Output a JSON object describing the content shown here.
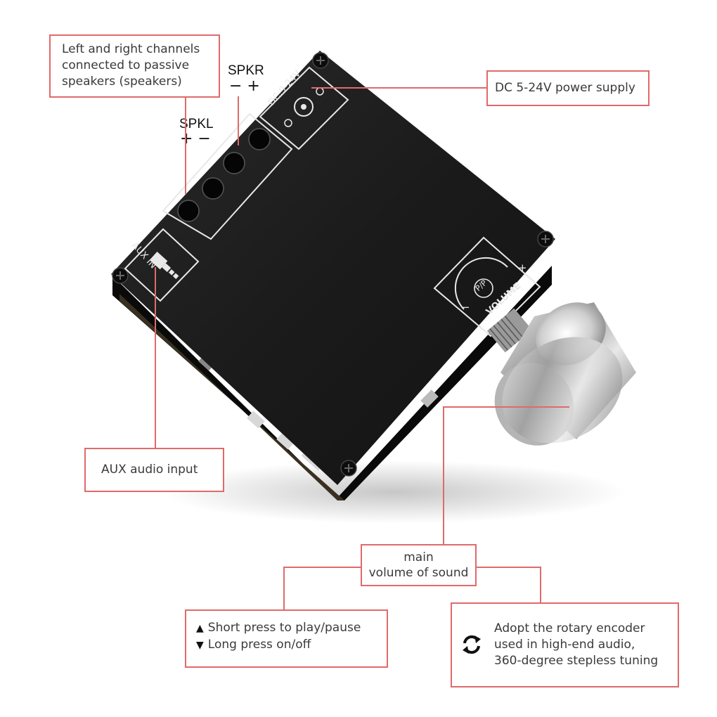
{
  "callouts": {
    "speakers": [
      "Left and right channels",
      "connected to passive",
      "speakers (speakers)"
    ],
    "power": "DC 5-24V power supply",
    "aux": "AUX audio input",
    "volume": [
      "main",
      "volume of sound"
    ],
    "press": {
      "short": "Short press to play/pause",
      "long": "Long press on/off"
    },
    "encoder": [
      "Adopt the rotary encoder",
      "used in high-end audio,",
      "360-degree stepless tuning"
    ]
  },
  "board": {
    "spkl": "SPKL",
    "spkr": "SPKR",
    "spkl_polarity": "+ −",
    "spkr_polarity": "− +",
    "dc_label": "DC:9-24V",
    "aux_label": "AUX IN",
    "volume_label": "VOLUME",
    "pp_label": "P/P",
    "plus": "+",
    "minus": "−"
  },
  "icons": [
    "triangle-up-icon",
    "triangle-down-icon",
    "rotate-arrows-icon",
    "dc-jack-icon",
    "aux-jack-icon"
  ],
  "colors": {
    "callout_border": "#e06a6a",
    "board": "#161616",
    "knob": "#c8c8c8"
  }
}
